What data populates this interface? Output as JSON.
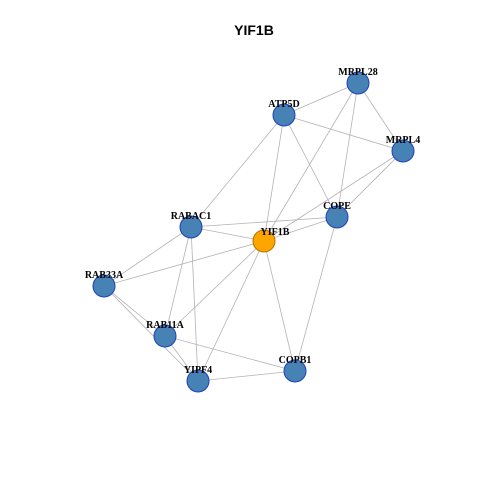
{
  "title": "YIF1B",
  "colors": {
    "node_fill": "#4682b4",
    "node_stroke": "#1f3fbf",
    "center_fill": "#ffa500",
    "center_stroke": "#b87000",
    "edge": "#b3b3b3"
  },
  "nodes": [
    {
      "id": "YIF1B",
      "label": "YIF1B",
      "center": true
    },
    {
      "id": "MRPL28",
      "label": "MRPL28"
    },
    {
      "id": "ATP5D",
      "label": "ATP5D"
    },
    {
      "id": "MRPL4",
      "label": "MRPL4"
    },
    {
      "id": "RABAC1",
      "label": "RABAC1"
    },
    {
      "id": "COPE",
      "label": "COPE"
    },
    {
      "id": "RAB33A",
      "label": "RAB33A"
    },
    {
      "id": "RAB11A",
      "label": "RAB11A"
    },
    {
      "id": "COPB1",
      "label": "COPB1"
    },
    {
      "id": "YIPF4",
      "label": "YIPF4"
    }
  ],
  "edges": [
    [
      "YIF1B",
      "MRPL28"
    ],
    [
      "YIF1B",
      "ATP5D"
    ],
    [
      "YIF1B",
      "MRPL4"
    ],
    [
      "YIF1B",
      "RABAC1"
    ],
    [
      "YIF1B",
      "COPE"
    ],
    [
      "YIF1B",
      "RAB33A"
    ],
    [
      "YIF1B",
      "RAB11A"
    ],
    [
      "YIF1B",
      "COPB1"
    ],
    [
      "YIF1B",
      "YIPF4"
    ],
    [
      "MRPL28",
      "ATP5D"
    ],
    [
      "MRPL28",
      "MRPL4"
    ],
    [
      "MRPL28",
      "COPE"
    ],
    [
      "ATP5D",
      "MRPL4"
    ],
    [
      "ATP5D",
      "RABAC1"
    ],
    [
      "ATP5D",
      "COPE"
    ],
    [
      "MRPL4",
      "COPE"
    ],
    [
      "RABAC1",
      "COPE"
    ],
    [
      "RABAC1",
      "RAB33A"
    ],
    [
      "RABAC1",
      "RAB11A"
    ],
    [
      "RABAC1",
      "YIPF4"
    ],
    [
      "COPE",
      "COPB1"
    ],
    [
      "RAB33A",
      "RAB11A"
    ],
    [
      "RAB33A",
      "YIPF4"
    ],
    [
      "RAB11A",
      "YIPF4"
    ],
    [
      "RAB11A",
      "COPB1"
    ],
    [
      "YIPF4",
      "COPB1"
    ]
  ]
}
